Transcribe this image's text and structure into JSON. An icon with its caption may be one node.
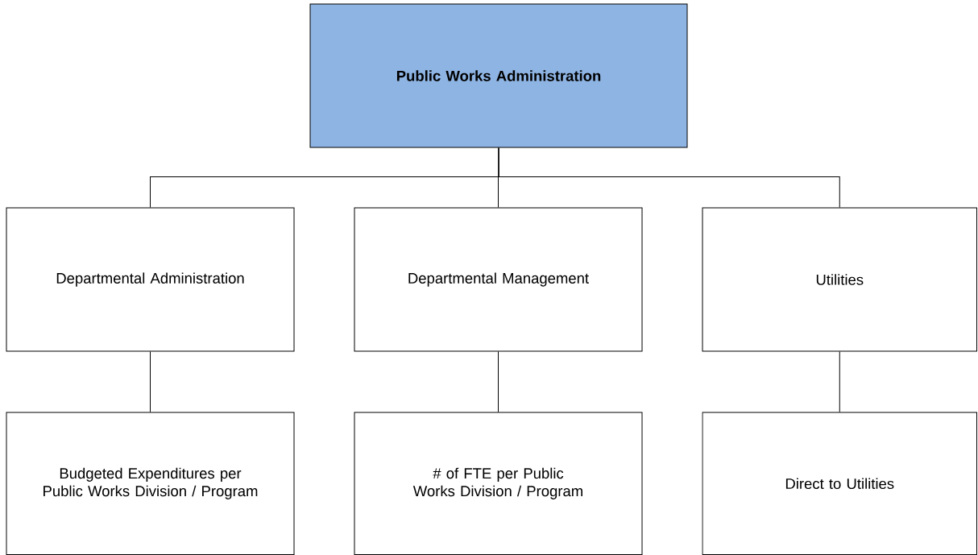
{
  "diagram": {
    "nodes": [
      {
        "text": [
          "Public Works Administration"
        ]
      },
      {
        "text": [
          "Departmental Administration"
        ]
      },
      {
        "text": [
          "Departmental Management"
        ]
      },
      {
        "text": [
          "Utilities"
        ]
      },
      {
        "text": [
          "Budgeted Expenditures per Public Works Division / Program"
        ]
      },
      {
        "text": [
          "# of FTE per Public Works Division / Program"
        ]
      },
      {
        "text": [
          "Direct to Utilities"
        ]
      }
    ],
    "edges": [
      {
        "from": 0,
        "to": 1,
        "arrow": "none"
      },
      {
        "from": 0,
        "to": 2,
        "arrow": "none"
      },
      {
        "from": 0,
        "to": 3,
        "arrow": "none"
      },
      {
        "from": 1,
        "to": 4,
        "arrow": "none"
      },
      {
        "from": 2,
        "to": 5,
        "arrow": "none"
      },
      {
        "from": 3,
        "to": 6,
        "arrow": "none"
      }
    ]
  }
}
